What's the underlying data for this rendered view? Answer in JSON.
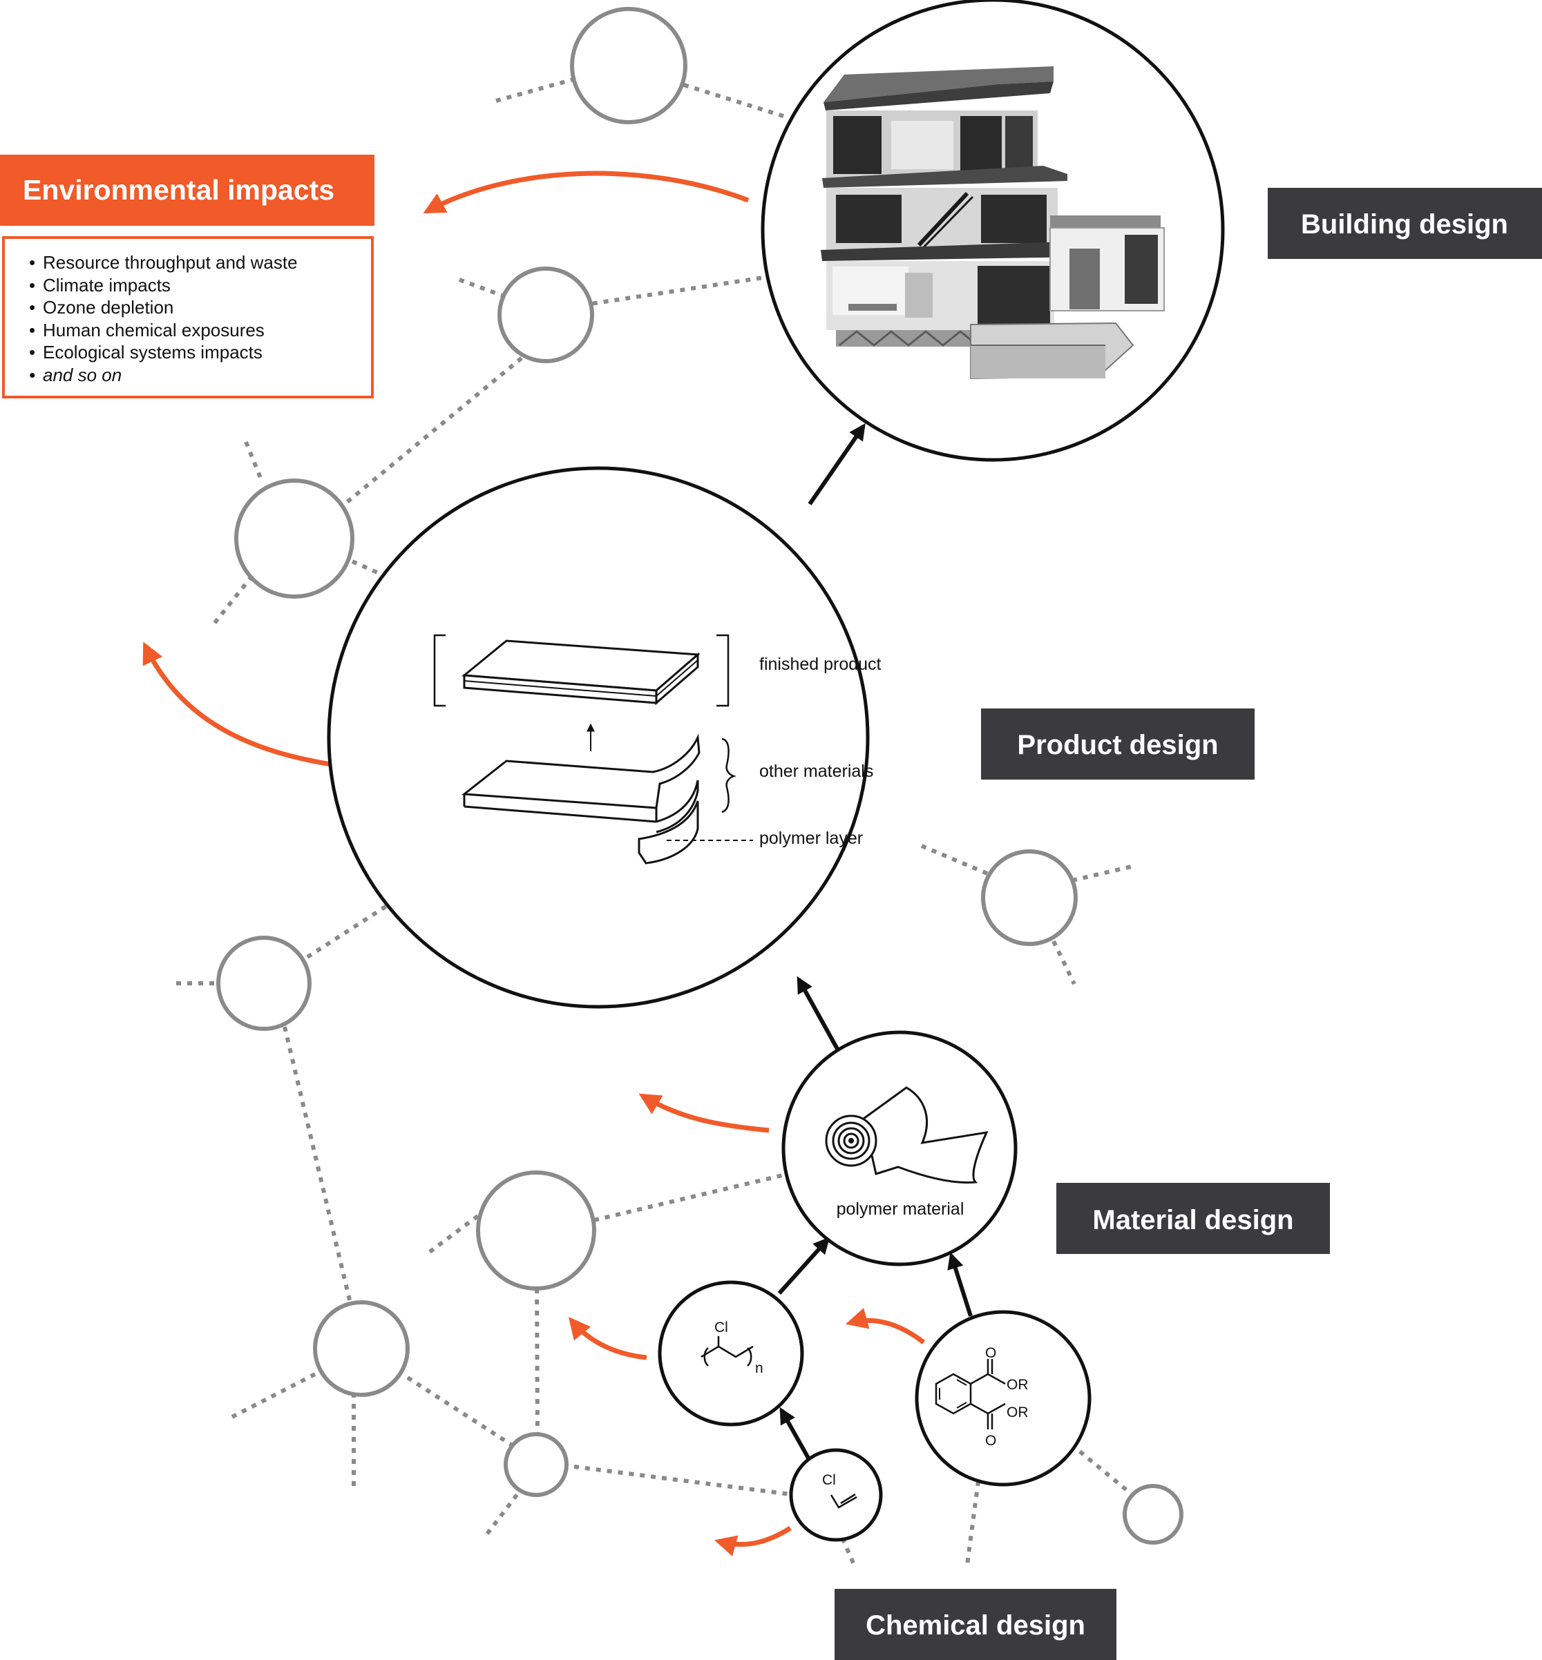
{
  "stages": {
    "building": "Building design",
    "product": "Product design",
    "material": "Material design",
    "chemical": "Chemical design"
  },
  "impacts": {
    "title": "Environmental impacts",
    "items": [
      "Resource throughput and waste",
      "Climate impacts",
      "Ozone depletion",
      "Human chemical exposures",
      "Ecological systems impacts"
    ],
    "last_item": "and so on"
  },
  "product_labels": {
    "finished": "finished product",
    "other": "other materials",
    "polymer_layer": "polymer layer"
  },
  "material_label": "polymer material",
  "chemistry": {
    "pvc_substituent": "Cl",
    "pvc_subscript": "n",
    "vinyl_chloride_substituent": "Cl",
    "phthalate_oxygen_top": "O",
    "phthalate_or_top": "OR",
    "phthalate_or_bottom": "OR",
    "phthalate_oxygen_bottom": "O"
  },
  "colors": {
    "accent": "#f15a29",
    "tag_background": "#3b3b3d",
    "network_gray": "#8a8a8a"
  },
  "icons": [
    "house-cutaway-illustration",
    "layered-panel-illustration",
    "polymer-roll-icon",
    "chemical-structure-icon"
  ]
}
